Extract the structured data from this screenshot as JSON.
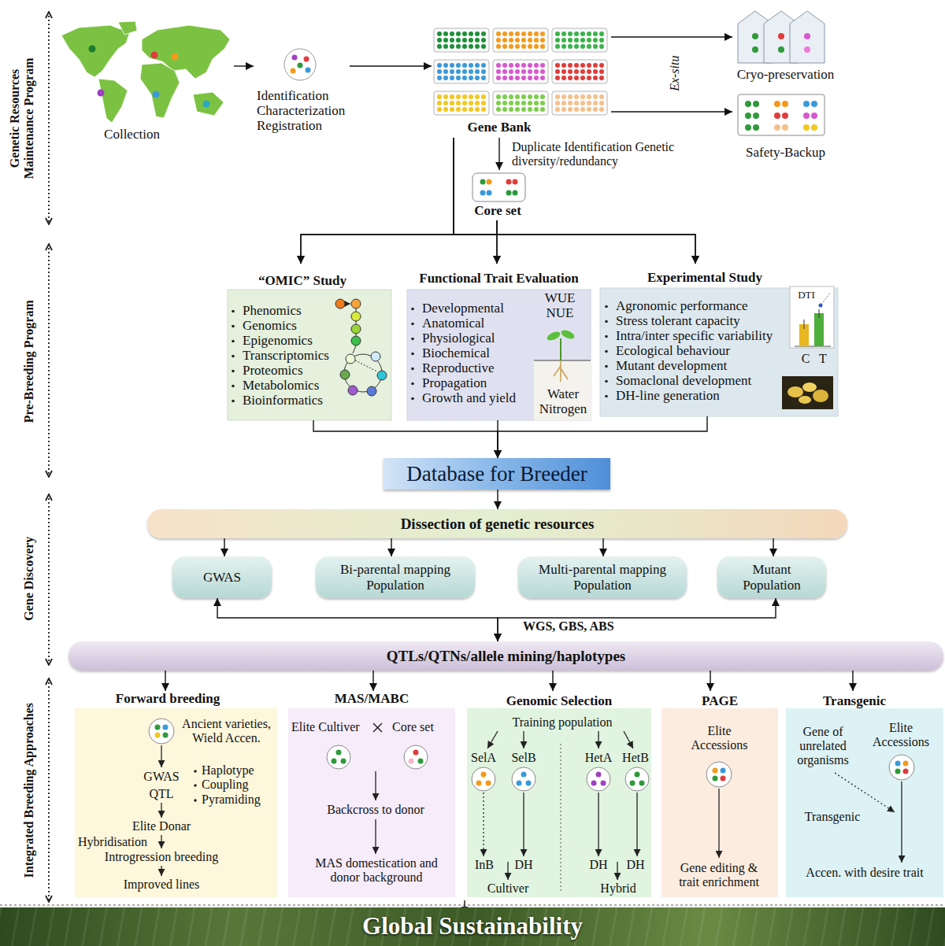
{
  "diagram": {
    "nodes": [
      {
        "text": [
          "Collection"
        ]
      },
      {
        "text": [
          "Identification Characterization Registration"
        ]
      },
      {
        "text": [
          "Gene Bank"
        ]
      },
      {
        "text": [
          "Cryo-preservation"
        ]
      },
      {
        "text": [
          "Safety-Backup"
        ]
      },
      {
        "text": [
          "Core set"
        ]
      },
      {
        "text": [
          "“OMIC” Study",
          "Phenomics",
          "Genomics",
          "Epigenomics",
          "Transcriptomics",
          "Proteomics",
          "Metabolomics",
          "Bioinformatics"
        ]
      },
      {
        "text": [
          "Functional Trait Evaluation",
          "Developmental",
          "Anatomical",
          "Physiological",
          "Biochemical",
          "Reproductive",
          "Propagation",
          "Growth and yield",
          "WUE",
          "NUE",
          "Water",
          "Nitrogen"
        ]
      },
      {
        "text": [
          "Experimental Study",
          "Agronomic performance",
          "Stress tolerant capacity",
          "Intra/inter specific variability",
          "Ecological behaviour",
          "Mutant development",
          "Somaclonal development",
          "DH-line generation",
          "DTI",
          "C",
          "T"
        ]
      },
      {
        "text": [
          "Database for Breeder"
        ]
      },
      {
        "text": [
          "Dissection of genetic resources"
        ]
      },
      {
        "text": [
          "GWAS"
        ]
      },
      {
        "text": [
          "Bi-parental mapping Population"
        ]
      },
      {
        "text": [
          "Multi-parental mapping Population"
        ]
      },
      {
        "text": [
          "Mutant Population"
        ]
      },
      {
        "text": [
          "QTLs/QTNs/allele mining/haplotypes"
        ]
      },
      {
        "text": [
          "Forward breeding",
          "Ancient varieties, Wield Accen.",
          "GWAS",
          "QTL",
          "Haplotype",
          "Coupling",
          "Pyramiding",
          "Elite Donar",
          "Hybridisation",
          "Introgression breeding",
          "Improved lines"
        ]
      },
      {
        "text": [
          "MAS/MABC",
          "Elite Cultiver",
          "Core set",
          "Backcross to donor",
          "MAS domestication and donor background"
        ]
      },
      {
        "text": [
          "Genomic Selection",
          "Training population",
          "SelA",
          "SelB",
          "HetA",
          "HetB",
          "InB",
          "DH",
          "DH",
          "DH",
          "Cultiver",
          "Hybrid"
        ]
      },
      {
        "text": [
          "PAGE",
          "Elite Accessions",
          "Gene editing & trait enrichment"
        ]
      },
      {
        "text": [
          "Transgenic",
          "Gene of unrelated organisms",
          "Elite Accessions",
          "Transgenic",
          "Accen. with desire trait"
        ]
      },
      {
        "text": [
          "Global Sustainability"
        ]
      }
    ],
    "edges": [
      {
        "from": 0,
        "to": 1,
        "arrow": "to"
      },
      {
        "from": 1,
        "to": 2,
        "arrow": "to"
      },
      {
        "from": 2,
        "to": 3,
        "arrow": "to"
      },
      {
        "from": 2,
        "to": 4,
        "arrow": "to"
      },
      {
        "from": 2,
        "to": 5,
        "label": "Duplicate Identification Genetic diversity/redundancy",
        "arrow": "to"
      },
      {
        "from": 2,
        "to": 6,
        "arrow": "to"
      },
      {
        "from": 2,
        "to": 7,
        "arrow": "to"
      },
      {
        "from": 2,
        "to": 8,
        "arrow": "to"
      },
      {
        "from": 5,
        "to": 6,
        "arrow": "to"
      },
      {
        "from": 5,
        "to": 7,
        "arrow": "to"
      },
      {
        "from": 5,
        "to": 8,
        "arrow": "to"
      },
      {
        "from": 6,
        "to": 9,
        "arrow": "to"
      },
      {
        "from": 7,
        "to": 9,
        "arrow": "to"
      },
      {
        "from": 8,
        "to": 9,
        "arrow": "to"
      },
      {
        "from": 9,
        "to": 10,
        "arrow": "to"
      },
      {
        "from": 10,
        "to": 11,
        "arrow": "to"
      },
      {
        "from": 10,
        "to": 12,
        "arrow": "to"
      },
      {
        "from": 10,
        "to": 13,
        "arrow": "to"
      },
      {
        "from": 10,
        "to": 14,
        "arrow": "to"
      },
      {
        "from": 11,
        "to": 15,
        "arrow": "both"
      },
      {
        "from": 14,
        "to": 15,
        "arrow": "both"
      },
      {
        "from": 15,
        "to": 16,
        "arrow": "to"
      },
      {
        "from": 15,
        "to": 17,
        "arrow": "to"
      },
      {
        "from": 15,
        "to": 18,
        "arrow": "to"
      },
      {
        "from": 15,
        "to": 19,
        "arrow": "to"
      },
      {
        "from": 15,
        "to": 20,
        "arrow": "to"
      }
    ],
    "labels": [
      "Genetic Resources Maintenance Program",
      "Ex-situ",
      "Pre-Breeding Program",
      "Gene Discovery",
      "WGS, GBS, ABS",
      "Integrated Breeding Approaches"
    ]
  }
}
